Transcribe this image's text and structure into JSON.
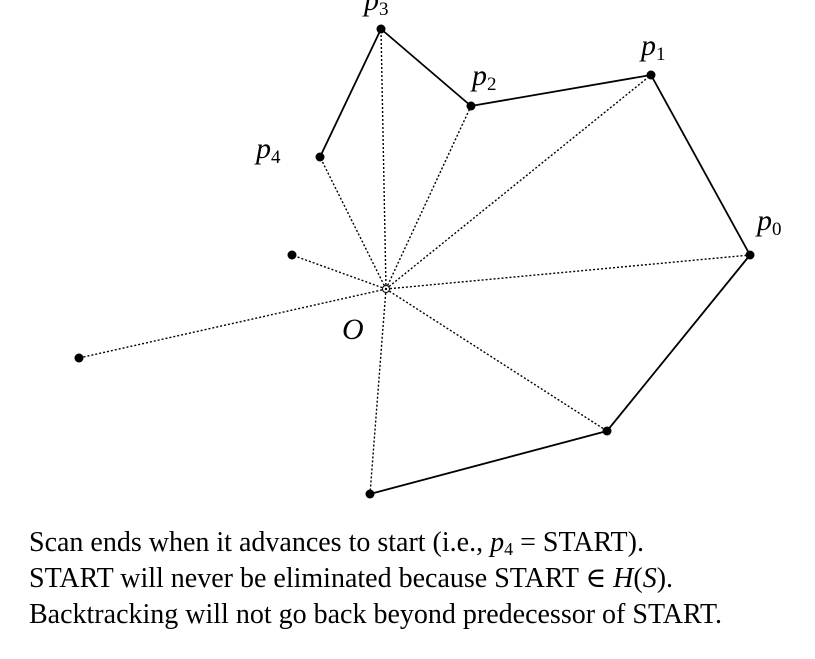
{
  "points": {
    "p0": {
      "base": "p",
      "sub": "0"
    },
    "p1": {
      "base": "p",
      "sub": "1"
    },
    "p2": {
      "base": "p",
      "sub": "2"
    },
    "p3": {
      "base": "p",
      "sub": "3"
    },
    "p4": {
      "base": "p",
      "sub": "4"
    },
    "origin": "O"
  },
  "caption": {
    "line1": {
      "before": "Scan ends when it advances to start (i.e., ",
      "var": "p",
      "sub": "4",
      "after": " = START)."
    },
    "line2": {
      "before": "START will never be eliminated because START ∈ ",
      "H": "H",
      "paren_open": "(",
      "S": "S",
      "after": ")."
    },
    "line3": "Backtracking will not go back beyond predecessor of START."
  }
}
